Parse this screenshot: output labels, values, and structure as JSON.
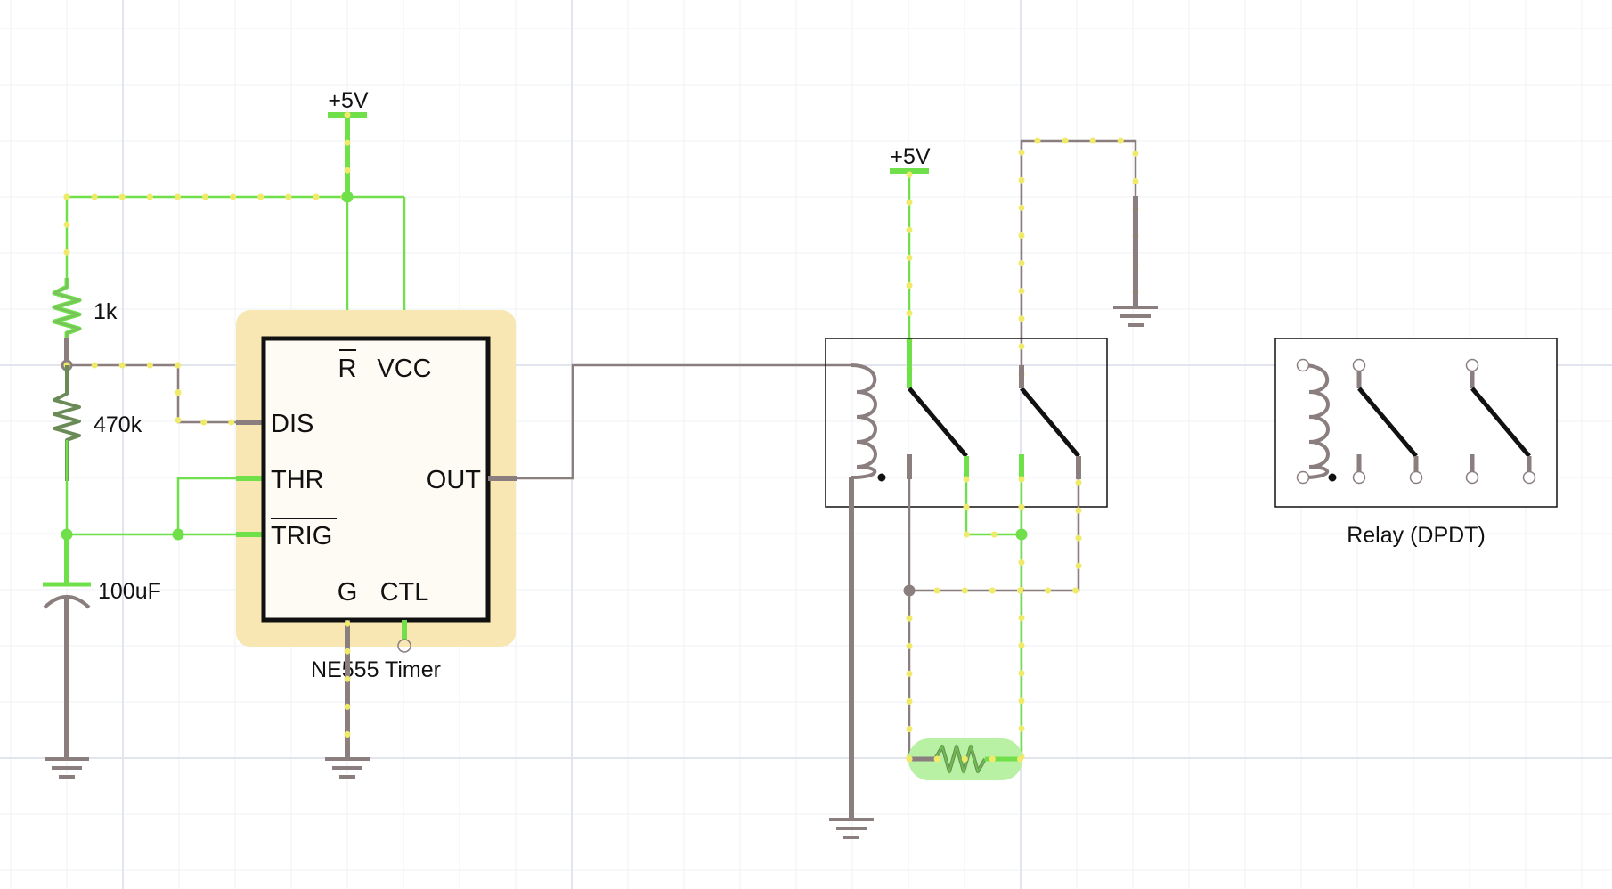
{
  "power": {
    "vcc_label_left": "+5V",
    "vcc_label_right": "+5V"
  },
  "components": {
    "r1": "1k",
    "r2": "470k",
    "c1": "100uF"
  },
  "timer": {
    "name": "NE555 Timer",
    "pins": {
      "reset": "R",
      "vcc": "VCC",
      "dis": "DIS",
      "thr": "THR",
      "out": "OUT",
      "trig": "TRIG",
      "gnd": "G",
      "ctl": "CTL"
    }
  },
  "relay": {
    "name": "Relay (DPDT)"
  },
  "colors": {
    "wire_inactive": "#8a7e7e",
    "wire_active": "#6fe04a",
    "current_dots": "#f0ea6a",
    "timer_highlight": "#f9e7b3",
    "timer_body": "#fdfbf3",
    "resistor_highlight": "#b8f0a4"
  }
}
